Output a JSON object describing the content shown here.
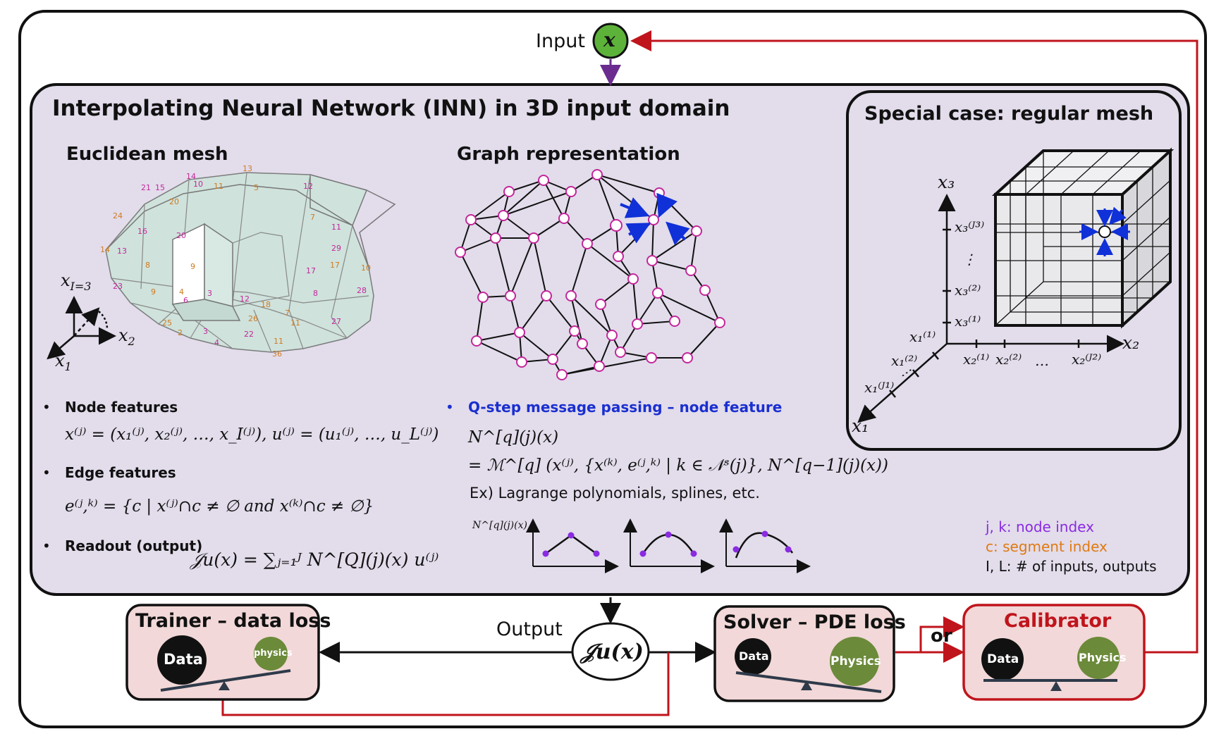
{
  "input": {
    "label": "Input",
    "symbol": "x"
  },
  "inn": {
    "title": "Interpolating Neural Network (INN) in 3D input domain"
  },
  "euclid": {
    "title": "Euclidean mesh",
    "axis_x3": "x",
    "axis_x3_sub": "I=3",
    "axis_x2": "x",
    "axis_x2_sub": "2",
    "axis_x1": "x",
    "axis_x1_sub": "1",
    "node_labels": [
      "14",
      "13",
      "10",
      "11",
      "15",
      "5",
      "12",
      "24",
      "21",
      "20",
      "16",
      "7",
      "11",
      "14",
      "13",
      "9",
      "20",
      "8",
      "29",
      "10",
      "23",
      "9",
      "3",
      "4",
      "12",
      "18",
      "28",
      "26",
      "22",
      "2",
      "3",
      "25",
      "4",
      "11",
      "17",
      "36",
      "6",
      "7",
      "8",
      "11",
      "27",
      "17"
    ]
  },
  "graph": {
    "title": "Graph representation"
  },
  "special": {
    "title": "Special case: regular mesh",
    "x3_axis": "x₃",
    "x2_axis": "x₂",
    "x1_axis": "x₁",
    "x3_ticks": [
      "x₃⁽ᴶ³⁾",
      "⋮",
      "x₃⁽²⁾",
      "x₃⁽¹⁾"
    ],
    "x2_ticks": [
      "x₂⁽¹⁾",
      "x₂⁽²⁾",
      "…",
      "x₂⁽ᴶ²⁾"
    ],
    "x1_ticks": [
      "x₁⁽¹⁾",
      "x₁⁽²⁾",
      "x₁⁽ᴶ¹⁾",
      "⋮"
    ]
  },
  "features": {
    "node_title": "Node features",
    "node_eq": "x⁽ʲ⁾ = (x₁⁽ʲ⁾, x₂⁽ʲ⁾, …, x_I⁽ʲ⁾), u⁽ʲ⁾ = (u₁⁽ʲ⁾, …, u_L⁽ʲ⁾)",
    "edge_title": "Edge features",
    "edge_eq": "e⁽ʲ,ᵏ⁾ = {c | x⁽ʲ⁾∩c ≠ ∅ and x⁽ᵏ⁾∩c ≠ ∅}",
    "readout_title": "Readout (output)",
    "readout_eq": "𝒥u(x) = ∑ⱼ₌₁ᴶ N^[Q](j)(x) u⁽ʲ⁾"
  },
  "message": {
    "title": "Q-step message passing – node feature",
    "eq1": "N^[q](j)(x)",
    "eq2": "= ℳ^[q] (x⁽ʲ⁾, {x⁽ᵏ⁾, e⁽ʲ,ᵏ⁾ | k ∈ 𝒩ˢ(j)}, N^[q−1](j)(x))",
    "example": "Ex) Lagrange polynomials, splines, etc.",
    "plot_ylabel": "N^[q](j)(x)"
  },
  "legend": {
    "node_index": "j, k: node index",
    "segment_index": "c: segment index",
    "inputs_outputs": "I, L: # of inputs, outputs"
  },
  "output": {
    "label": "Output",
    "symbol": "𝒥u(x)"
  },
  "trainer": {
    "title": "Trainer – data loss",
    "left": "Data",
    "right": "physics"
  },
  "solver": {
    "title": "Solver – PDE loss",
    "left": "Data",
    "right": "Physics"
  },
  "or_label": "or",
  "calibrator": {
    "title": "Calibrator",
    "left": "Data",
    "right": "Physics"
  },
  "colors": {
    "panel_fill": "#e2dceb",
    "box_fill": "#f2d8d8",
    "red": "#c0141c",
    "purple": "#6a2c8e",
    "green": "#6b8a3a",
    "input_green": "#5db33a",
    "node_pink": "#c4279a",
    "arrow_blue": "#1030d8",
    "mesh_fill": "#cfe3dc",
    "blue_text": "#1a2fd0",
    "violet": "#8a2be2",
    "orange": "#e07a10"
  }
}
